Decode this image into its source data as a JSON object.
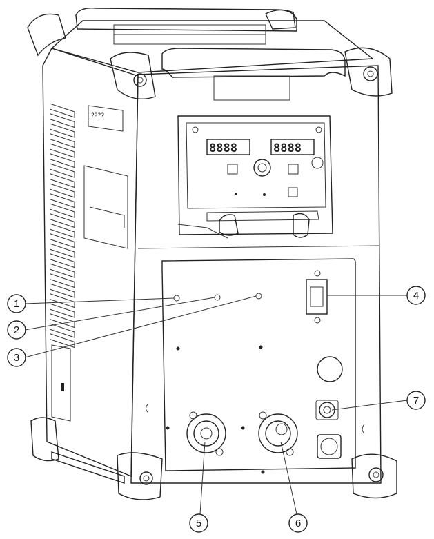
{
  "diagram": {
    "callouts": [
      {
        "id": "1",
        "label": "1"
      },
      {
        "id": "2",
        "label": "2"
      },
      {
        "id": "3",
        "label": "3"
      },
      {
        "id": "4",
        "label": "4"
      },
      {
        "id": "5",
        "label": "5"
      },
      {
        "id": "6",
        "label": "6"
      },
      {
        "id": "7",
        "label": "7"
      }
    ],
    "displays": {
      "left": "8888",
      "right": "8888"
    },
    "side_label": "????"
  },
  "colors": {
    "line": "#222222",
    "background": "#ffffff"
  }
}
